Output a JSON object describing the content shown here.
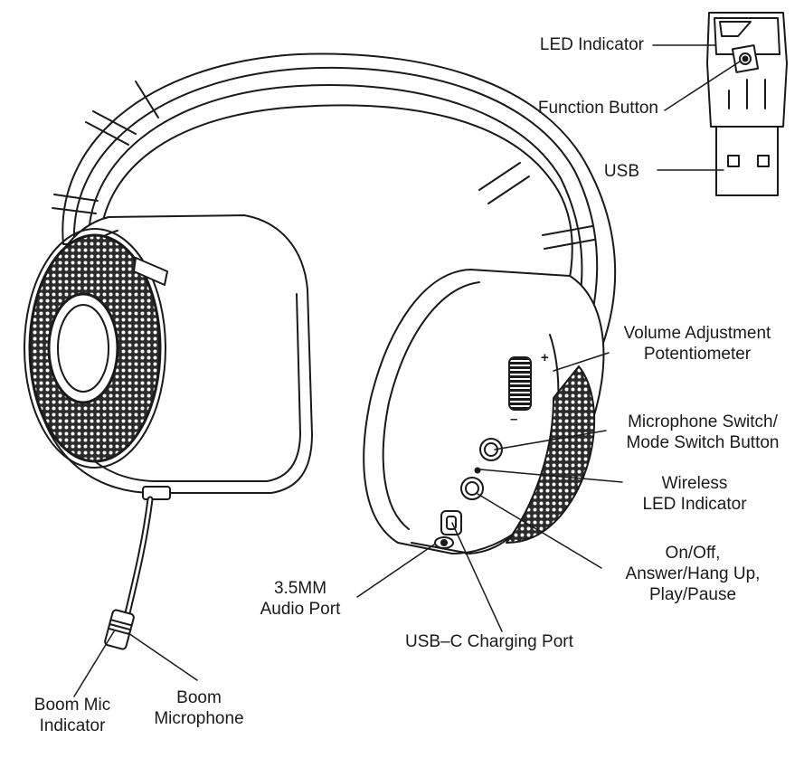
{
  "labels": {
    "led_indicator": "LED Indicator",
    "function_button": "Function Button",
    "usb": "USB",
    "volume_line1": "Volume Adjustment",
    "volume_line2": "Potentiometer",
    "mic_switch_line1": "Microphone Switch/",
    "mic_switch_line2": "Mode Switch Button",
    "wireless_line1": "Wireless",
    "wireless_line2": "LED Indicator",
    "power_line1": "On/Off,",
    "power_line2": "Answer/Hang Up,",
    "power_line3": "Play/Pause",
    "audio_port_line1": "3.5MM",
    "audio_port_line2": "Audio Port",
    "usbc_port": "USB–C Charging Port",
    "boom_mic_indicator_line1": "Boom Mic",
    "boom_mic_indicator_line2": "Indicator",
    "boom_microphone_line1": "Boom",
    "boom_microphone_line2": "Microphone"
  },
  "volume_marks": {
    "plus": "+",
    "minus": "–"
  },
  "colors": {
    "line": "#1a1a1a",
    "fill": "#ffffff",
    "mesh": "#2b2b2b"
  }
}
